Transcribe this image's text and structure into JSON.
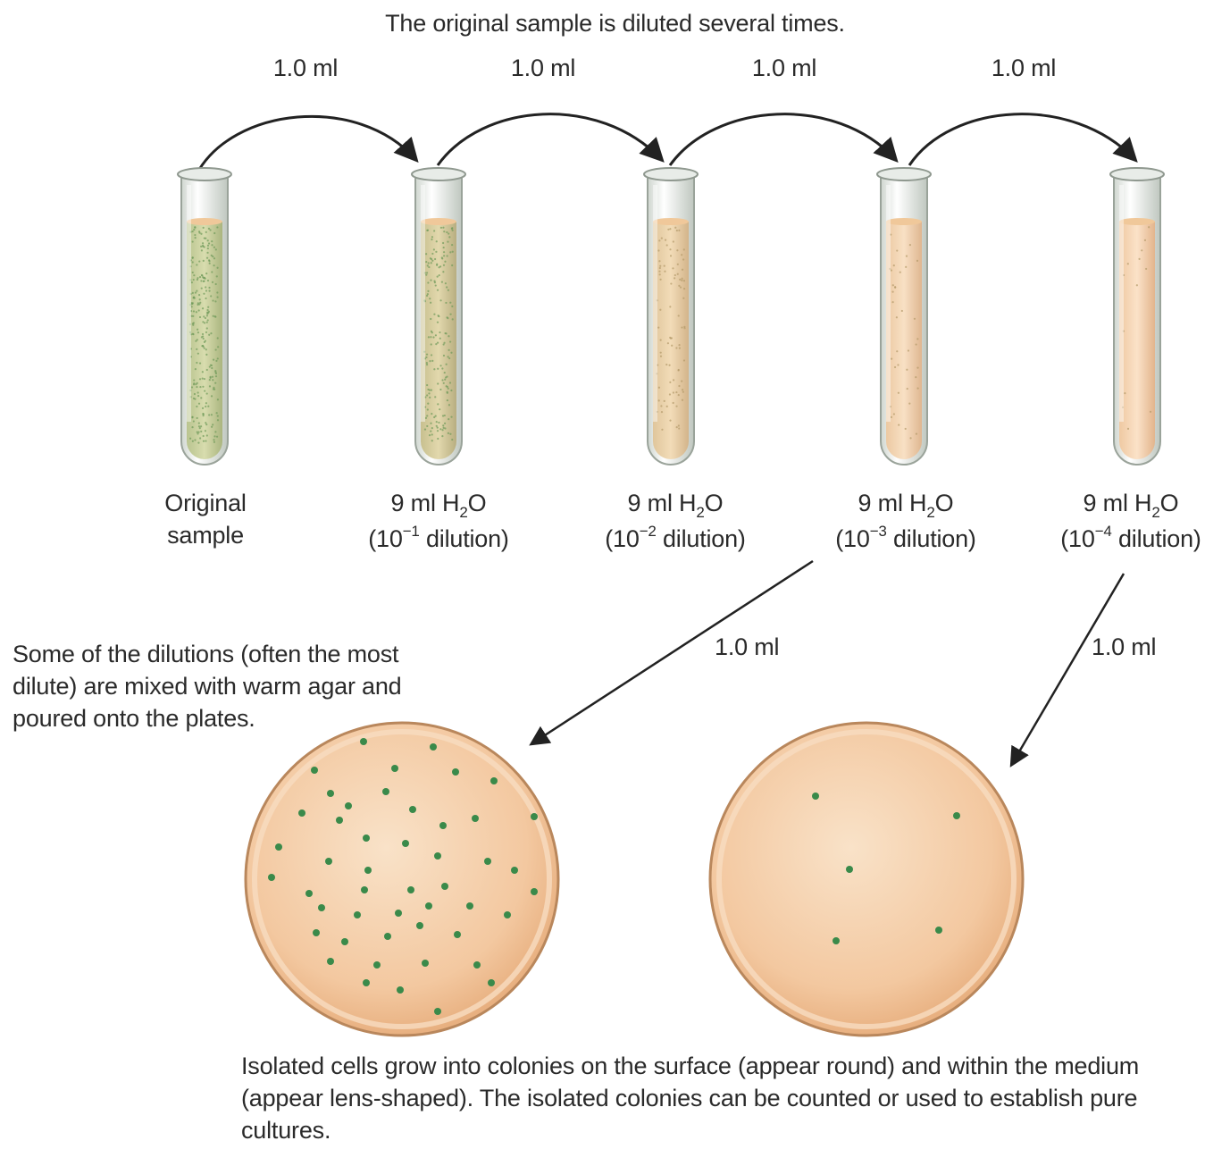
{
  "heading": "The original sample is diluted several times.",
  "transfer_volume": "1.0 ml",
  "transfers": [
    "1.0 ml",
    "1.0 ml",
    "1.0 ml",
    "1.0 ml"
  ],
  "tubes": [
    {
      "line1": "Original",
      "line2": "sample",
      "water": "",
      "exp": "",
      "dilution_word": ""
    },
    {
      "line1": "9 ml H",
      "sub": "2",
      "line1_end": "O",
      "line2_pre": "(10",
      "exp": "−1",
      "line2_post": " dilution)"
    },
    {
      "line1": "9 ml H",
      "sub": "2",
      "line1_end": "O",
      "line2_pre": "(10",
      "exp": "−2",
      "line2_post": " dilution)"
    },
    {
      "line1": "9 ml H",
      "sub": "2",
      "line1_end": "O",
      "line2_pre": "(10",
      "exp": "−3",
      "line2_post": " dilution)"
    },
    {
      "line1": "9 ml H",
      "sub": "2",
      "line1_end": "O",
      "line2_pre": "(10",
      "exp": "−4",
      "line2_post": " dilution)"
    }
  ],
  "plate_transfers": [
    "1.0 ml",
    "1.0 ml"
  ],
  "left_note": "Some of the dilutions (often the most dilute) are mixed with warm agar and poured onto the plates.",
  "bottom_note": "Isolated cells grow into colonies on the surface (appear round) and within the medium (appear lens-shaped). The isolated colonies can be counted or used to establish pure cultures.",
  "colors": {
    "agar": "#f3c9a0",
    "agar_light": "#f9e0c6",
    "colony": "#3a8a4a",
    "tube_glass": "#e8ece8",
    "arrow": "#222222"
  },
  "plate_colony_counts": [
    48,
    5
  ]
}
